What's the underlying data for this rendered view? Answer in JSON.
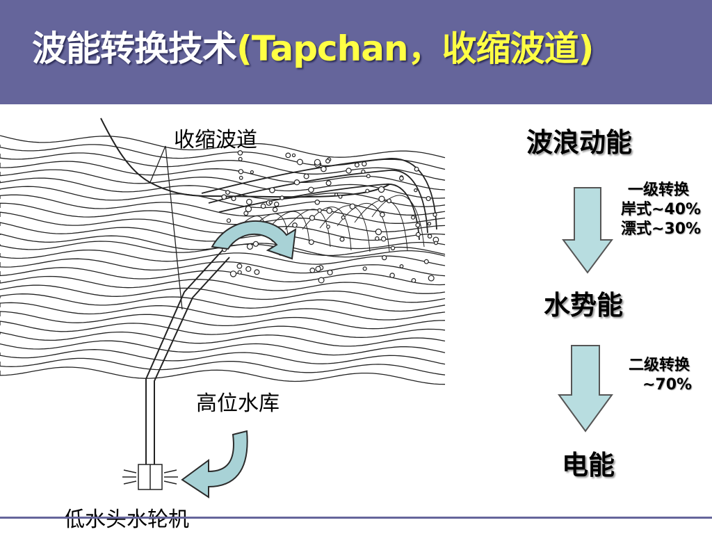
{
  "header": {
    "title_main": "波能转换技术",
    "title_sub": "(Tapchan，收缩波道)"
  },
  "diagram": {
    "label_channel": "收缩波道",
    "label_reservoir": "高位水库",
    "label_turbine": "低水头水轮机"
  },
  "flow": {
    "stage1": "波浪动能",
    "stage2": "水势能",
    "stage3": "电能",
    "conv1_title": "一级转换",
    "conv1_shore": "岸式~40%",
    "conv1_float": "漂式~30%",
    "conv2_title": "二级转换",
    "conv2_eff": "~70%"
  },
  "colors": {
    "title_bar": "#65659b",
    "title_main": "#ffffff",
    "title_sub": "#ffff44",
    "flow_arrow": "#b8dde0"
  }
}
